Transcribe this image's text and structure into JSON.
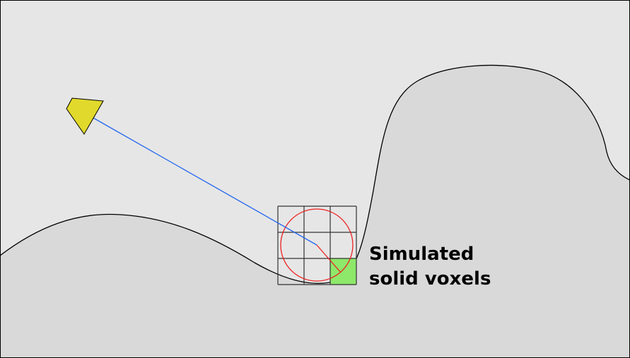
{
  "label": {
    "line1": "Simulated",
    "line2": "solid voxels"
  },
  "colors": {
    "sky": "#e6e6e6",
    "ground": "#d9d9d9",
    "outline": "#000000",
    "camera": "#e1d92b",
    "ray": "#2266ee",
    "probe": "#ee2222",
    "solid_voxel": "#8ee86a",
    "grid": "#333333"
  },
  "voxel_grid": {
    "rows": 3,
    "cols": 3,
    "solid_cells": [
      [
        2,
        2
      ]
    ]
  }
}
